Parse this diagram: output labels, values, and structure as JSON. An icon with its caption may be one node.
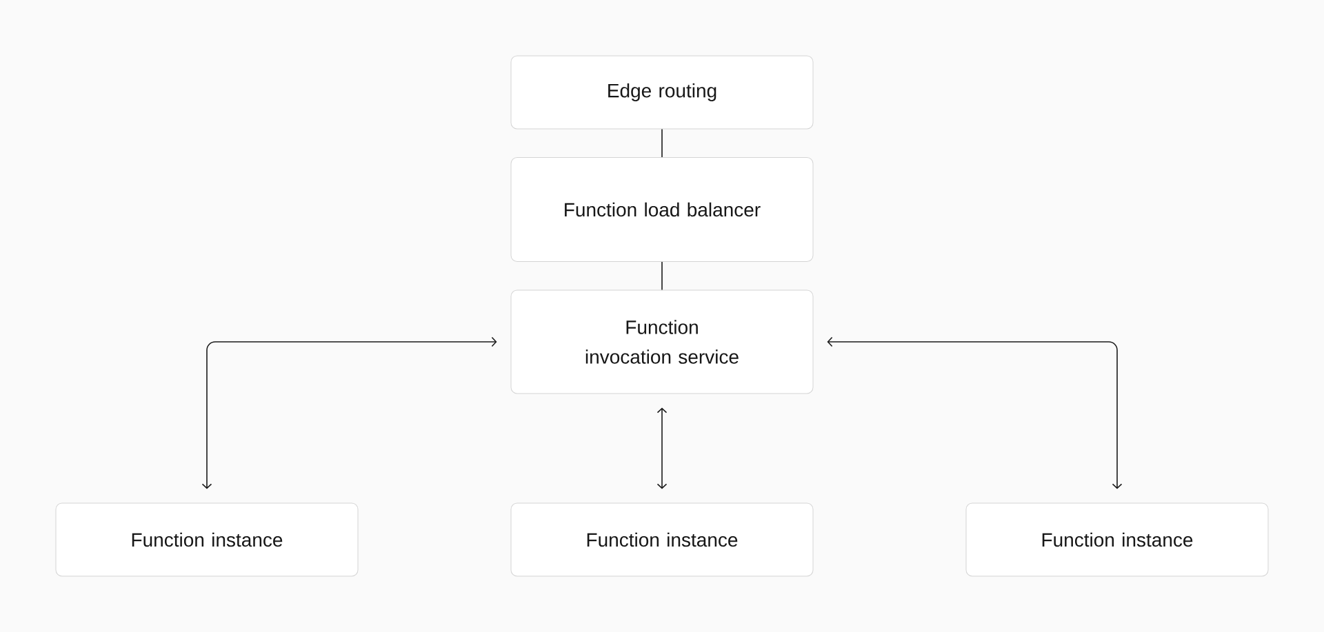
{
  "diagram": {
    "nodes": [
      {
        "text": [
          "Edge routing"
        ]
      },
      {
        "text": [
          "Function load balancer"
        ]
      },
      {
        "text": [
          "Function invocation service"
        ]
      },
      {
        "text": [
          "Function instance"
        ]
      },
      {
        "text": [
          "Function instance"
        ]
      },
      {
        "text": [
          "Function instance"
        ]
      }
    ],
    "edges": [
      {
        "from": 0,
        "to": 1,
        "arrow": "none"
      },
      {
        "from": 1,
        "to": 2,
        "arrow": "none"
      },
      {
        "from": 2,
        "to": 3,
        "arrow": "both"
      },
      {
        "from": 2,
        "to": 4,
        "arrow": "both"
      },
      {
        "from": 2,
        "to": 5,
        "arrow": "both"
      }
    ]
  }
}
